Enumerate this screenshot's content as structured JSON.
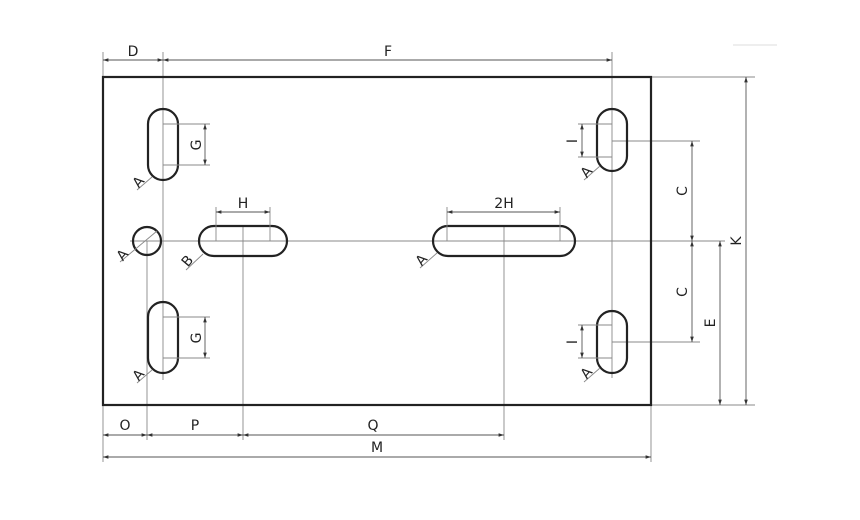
{
  "labels": {
    "D": "D",
    "F": "F",
    "G_top": "G",
    "G_bottom": "G",
    "H": "H",
    "two_H": "2H",
    "A_top_left": "A",
    "A_circle": "A",
    "A_bottom_left": "A",
    "A_long_slot": "A",
    "A_top_right": "A",
    "A_bottom_right": "A",
    "B": "B",
    "I_top": "I",
    "I_bottom": "I",
    "C_top": "C",
    "C_bottom": "C",
    "E": "E",
    "K": "K",
    "O": "O",
    "P": "P",
    "Q": "Q",
    "M": "M"
  }
}
